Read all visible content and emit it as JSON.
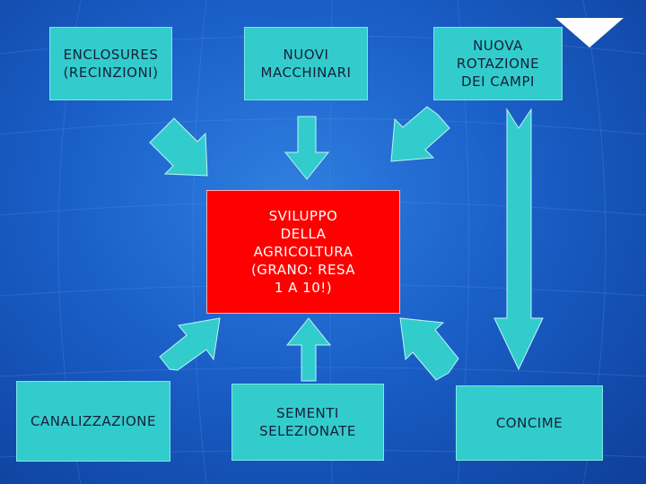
{
  "colors": {
    "box_fill": "#33cccc",
    "center_fill": "#ff0000",
    "background": "#1a5fc8",
    "text_dark": "#15203a",
    "text_light": "#ffffff"
  },
  "nodes": {
    "enclosures": "ENCLOSURES\n(RECINZIONI)",
    "macchinari": "NUOVI\nMACCHINARI",
    "rotazione": "NUOVA\nROTAZIONE\nDEI CAMPI",
    "sviluppo": "SVILUPPO\nDELLA\nAGRICOLTURA\n(GRANO: RESA\n1 A 10!)",
    "canalizzazione": "CANALIZZAZIONE",
    "sementi": "SEMENTI\nSELEZIONATE",
    "concime": "CONCIME"
  },
  "corner_icon": "down-triangle-icon"
}
